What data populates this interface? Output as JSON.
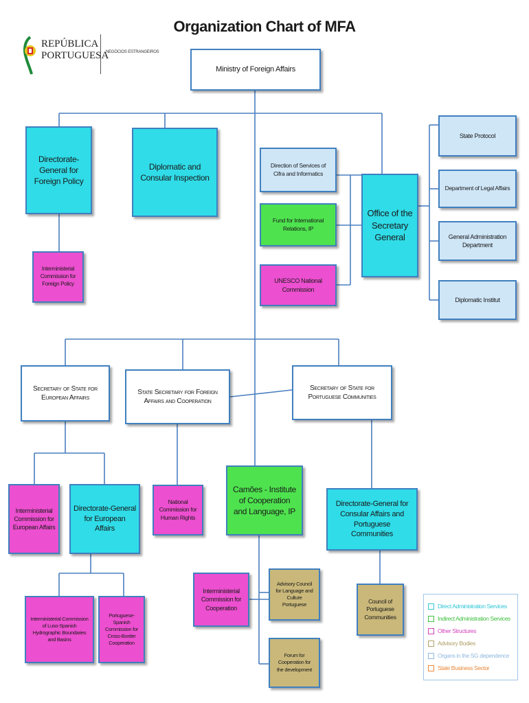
{
  "title": "Organization Chart of MFA",
  "logo": {
    "line1": "REPÚBLICA",
    "line2": "PORTUGUESA",
    "ministry": "NEGÓCIOS ESTRANGEIROS"
  },
  "nodes": {
    "ministry": "Ministry of Foreign Affairs",
    "dg_foreign_policy": "Directorate-General for Foreign Policy",
    "diplomatic_consular_inspection": "Diplomatic and Consular Inspection",
    "interministerial_foreign_policy": "Interministerial Commission for Foreign Policy",
    "cifra_informatics": "Direction of Services of Cifra and Informatics",
    "fund_international_relations": "Fund for International Relations, IP",
    "unesco": "UNESCO National Commission",
    "office_secretary_general": "Office of the Secretary General",
    "state_protocol": "State Protocol",
    "legal_affairs": "Department of Legal Affairs",
    "general_administration": "General Administration Department",
    "diplomatic_institut": "Diplomatic Institut",
    "sec_state_european": "Secretary of State for European Affairs",
    "sec_state_foreign_coop": "State Secretary for Foreign Affairs and Cooperation",
    "sec_state_communities": "Secretary of State for Portuguese Communities",
    "interministerial_european": "Interministerial Commission for European Affairs",
    "dg_european_affairs": "Directorate-General for European Affairs",
    "human_rights": "National Commission for Human Rights",
    "camoes": "Camões - Institute of Cooperation and Language, IP",
    "dg_consular": "Directorate-General for Consular Affairs and Portuguese Communities",
    "luso_spanish_hydro": "Interministerial Commission of Luso-Spanish Hydrographic Boundaries and Basins",
    "cross_border": "Portuguese-Spanish Commission for Cross-Border Cooperation",
    "interministerial_cooperation": "Interministerial Commission for Cooperation",
    "advisory_language": "Advisory Council for Language and Culture Portuguese",
    "forum_cooperation": "Forum for Cooperation for the development",
    "council_communities": "Council of Portuguese Communities"
  },
  "legend": [
    {
      "label": "Direct Administration Services",
      "color": "#2fc6d6"
    },
    {
      "label": "Indirect Administration Services",
      "color": "#3fbf3f"
    },
    {
      "label": "Other Structures",
      "color": "#d23fbd"
    },
    {
      "label": "Advisory Bodies",
      "color": "#b0a068"
    },
    {
      "label": "Organs in the SG dependence",
      "color": "#8fb8e0"
    },
    {
      "label": "State Business Sector",
      "color": "#e8883a"
    }
  ],
  "colors": {
    "direct": "#2fdce8",
    "indirect": "#4ee34e",
    "other": "#ec4fcf",
    "advisory": "#c9b87a",
    "sg_dependence": "#cfe6f7",
    "border": "#3f7fbf",
    "connector": "#4a7fc0"
  }
}
